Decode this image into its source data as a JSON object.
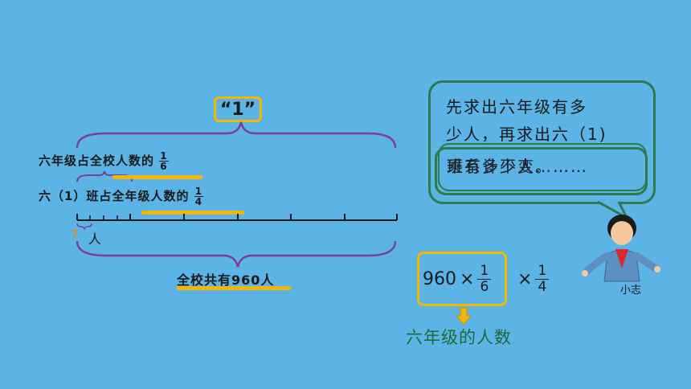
{
  "diagram": {
    "one_label": "“1”",
    "sixth_grade_label": "六年级占全校人数的",
    "sixth_grade_frac": {
      "num": "1",
      "den": "6"
    },
    "class_label": "六（1）班占全年级人数的",
    "class_frac": {
      "num": "1",
      "den": "4"
    },
    "question_mark": "?",
    "person_unit": "人",
    "total_label": "全校共有960人"
  },
  "bubble": {
    "line1": "先求出六年级有多",
    "line2": "少人，再求出六（1)",
    "overlap_text": "班有多少人。……",
    "overlap_text_b": "乘系计不变……"
  },
  "formula": {
    "base": "960",
    "times": "×",
    "frac1": {
      "num": "1",
      "den": "6"
    },
    "frac2": {
      "num": "1",
      "den": "4"
    },
    "caption": "六年级的人数"
  },
  "character": {
    "name": "小志"
  },
  "colors": {
    "background": "#5BB4E5",
    "highlight": "#F2B705",
    "brace": "#7B3FA0",
    "bubble_border": "#2E7A4A",
    "caption_green": "#1F6B36",
    "arrow": "#F2B705"
  }
}
